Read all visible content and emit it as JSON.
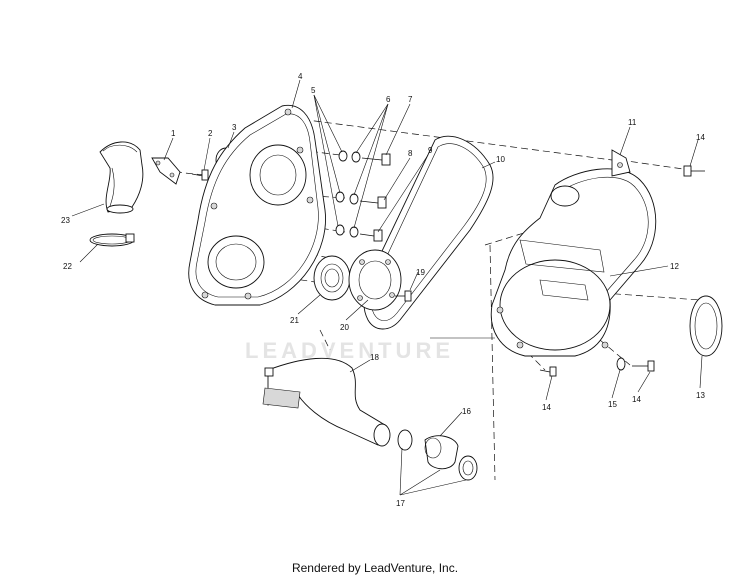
{
  "watermark": "LEADVENTURE",
  "footer": "Rendered by LeadVenture, Inc.",
  "callouts": [
    {
      "id": "p1",
      "text": "1"
    },
    {
      "id": "p2",
      "text": "2"
    },
    {
      "id": "p3",
      "text": "3"
    },
    {
      "id": "p4",
      "text": "4"
    },
    {
      "id": "p5",
      "text": "5"
    },
    {
      "id": "p6",
      "text": "6"
    },
    {
      "id": "p7",
      "text": "7"
    },
    {
      "id": "p8",
      "text": "8"
    },
    {
      "id": "p9",
      "text": "9"
    },
    {
      "id": "p10",
      "text": "10"
    },
    {
      "id": "p11",
      "text": "11"
    },
    {
      "id": "p12",
      "text": "12"
    },
    {
      "id": "p13",
      "text": "13"
    },
    {
      "id": "p14a",
      "text": "14"
    },
    {
      "id": "p14b",
      "text": "14"
    },
    {
      "id": "p14c",
      "text": "14"
    },
    {
      "id": "p15",
      "text": "15"
    },
    {
      "id": "p16",
      "text": "16"
    },
    {
      "id": "p17",
      "text": "17"
    },
    {
      "id": "p18",
      "text": "18"
    },
    {
      "id": "p19",
      "text": "19"
    },
    {
      "id": "p20",
      "text": "20"
    },
    {
      "id": "p21",
      "text": "21"
    },
    {
      "id": "p22",
      "text": "22"
    },
    {
      "id": "p23",
      "text": "23"
    }
  ]
}
